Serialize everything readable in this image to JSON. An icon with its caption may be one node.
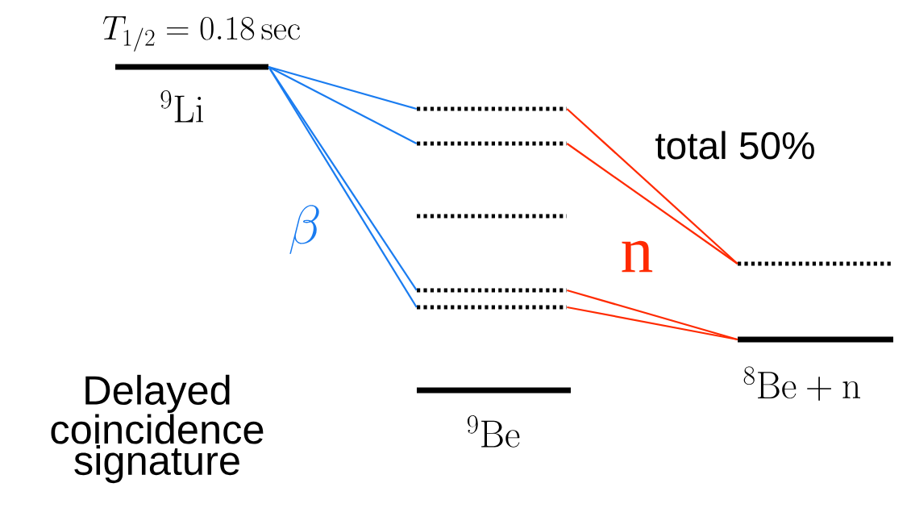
{
  "diagram": {
    "nodes": [
      {
        "text": [
          "T_{1/2} = 0.18\\,\\mathrm{sec}",
          "{}^{9}\\mathrm{Li}"
        ]
      },
      {
        "text": [],
        "shape": "bar"
      },
      {
        "text": [],
        "shape": "bar"
      },
      {
        "text": [],
        "shape": "bar"
      },
      {
        "text": [],
        "shape": "bar"
      },
      {
        "text": [],
        "shape": "bar"
      },
      {
        "text": [
          "{}^{9}\\mathrm{Be}"
        ]
      },
      {
        "text": [],
        "shape": "bar"
      },
      {
        "text": [
          "{}^{8}\\mathrm{Be} + \\mathrm{n}"
        ]
      }
    ],
    "edges": [
      {
        "from": 0,
        "to": 1,
        "arrow": "none",
        "color": "#1a7cf0"
      },
      {
        "from": 0,
        "to": 2,
        "arrow": "none",
        "color": "#1a7cf0"
      },
      {
        "from": 0,
        "to": 4,
        "arrow": "none",
        "color": "#1a7cf0"
      },
      {
        "from": 0,
        "to": 5,
        "arrow": "none",
        "color": "#1a7cf0"
      },
      {
        "from": 1,
        "to": 7,
        "arrow": "none",
        "color": "#ff2a00"
      },
      {
        "from": 2,
        "to": 7,
        "arrow": "none",
        "color": "#ff2a00"
      },
      {
        "from": 4,
        "to": 8,
        "arrow": "none",
        "color": "#ff2a00"
      },
      {
        "from": 5,
        "to": 8,
        "arrow": "none",
        "color": "#ff2a00"
      }
    ],
    "labels": [
      "total 50%",
      "\\beta",
      "n",
      "Delayed coincidence signature"
    ]
  }
}
